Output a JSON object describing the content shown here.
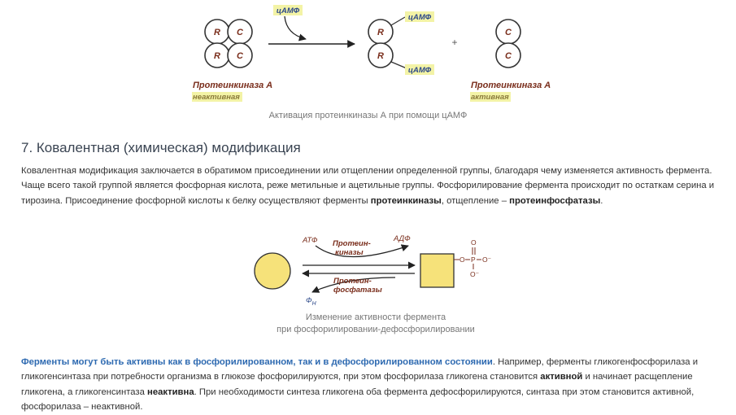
{
  "figure1": {
    "label_r": "R",
    "label_c": "C",
    "camp": "цАМФ",
    "plus": "+",
    "inactive_name": "Протеинкиназа A",
    "inactive_state": "неактивная",
    "active_name": "Протеинкиназа A",
    "active_state": "активная",
    "caption": "Активация протеинкиназы А при помощи цАМФ"
  },
  "section": {
    "heading": "7. Ковалентная (химическая) модификация",
    "para1_text1": "Ковалентная модификация заключается в обратимом присоединении или отщеплении определенной группы, благодаря чему изменяется активность фермента. Чаще всего такой группой является фосфорная кислота, реже метильные и ацетильные группы. Фосфорилирование фермента происходит по остаткам серина и тирозина. Присоединение фосфорной кислоты к белку осуществляют ферменты ",
    "para1_bold1": "протеинкиназы",
    "para1_text2": ", отщепление – ",
    "para1_bold2": "протеинфосфатазы",
    "para1_text3": "."
  },
  "figure2": {
    "atp": "АТФ",
    "adp": "АДФ",
    "kinase_line1": "Протеин-",
    "kinase_line2": "киназы",
    "phosphatase_line1": "Протеин-",
    "phosphatase_line2": "фосфатазы",
    "phosphate_main": "Ф",
    "phosphate_sub": "Н",
    "atom_o": "O",
    "atom_p": "P",
    "atom_o_minus": "O⁻",
    "caption_line1": "Изменение активности фермента",
    "caption_line2": "при фосфорилировании-дефосфорилировании"
  },
  "paragraph2": {
    "highlight": "Ферменты могут быть активны как в фосфорилированном, так и в дефосфорилированном состоянии",
    "text1": ". Например, ферменты гликогенфосфорилаза и гликогенсинтаза при потребности организма в глюкозе фосфорилируются, при этом фосфорилаза гликогена становится ",
    "bold1": "активной",
    "text2": " и начинает расщепление гликогена, а гликогенсинтаза ",
    "bold2": "неактивна",
    "text3": ". При необходимости синтеза гликогена оба фермента дефосфорилируются, синтаза при этом становится активной, фосфорилаза – неактивной."
  },
  "colors": {
    "enzyme_name": "#7a2e1c",
    "state_label": "#8a7a3a",
    "highlight_bg": "#f3f3a6",
    "link": "#2e6ab1",
    "heading": "#3a4452",
    "shape_fill": "#f6e27a"
  }
}
